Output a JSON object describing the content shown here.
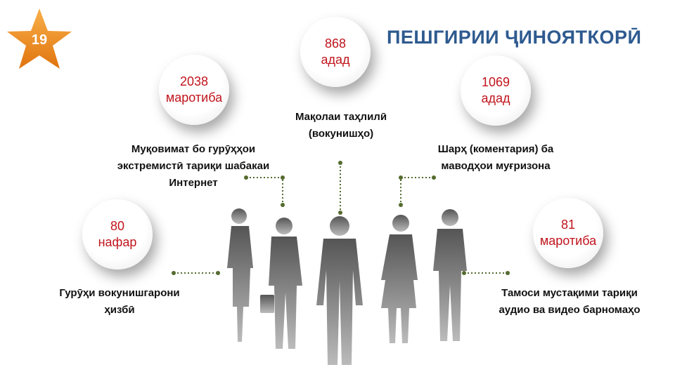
{
  "slide_number": "19",
  "title": "ПЕШГИРИИ ҶИНОЯТКОРӢ",
  "stats": [
    {
      "value": "2038",
      "unit": "маротиба",
      "label": [
        "Муқовимат бо гурӯҳҳои",
        "экстремистӣ тариқи шабакаи",
        "Интернет"
      ]
    },
    {
      "value": "868",
      "unit": "адад",
      "label": [
        "Мақолаи таҳлилӣ",
        "(вокунишҳо)"
      ]
    },
    {
      "value": "1069",
      "unit": "адад",
      "label": [
        "Шарҳ (коментария) ба",
        "маводҳои муғризона"
      ]
    },
    {
      "value": "80",
      "unit": "нафар",
      "label": [
        "Гурӯҳи вокунишгарони",
        "ҳизбӣ"
      ]
    },
    {
      "value": "81",
      "unit": "маротиба",
      "label": [
        "Тамоси мустақими тариқи",
        "аудио ва видео барномаҳо"
      ]
    }
  ],
  "colors": {
    "accent": "#c0141c",
    "title": "#2e5a8f",
    "star": "#f08a1c",
    "connector": "#556b2f"
  }
}
